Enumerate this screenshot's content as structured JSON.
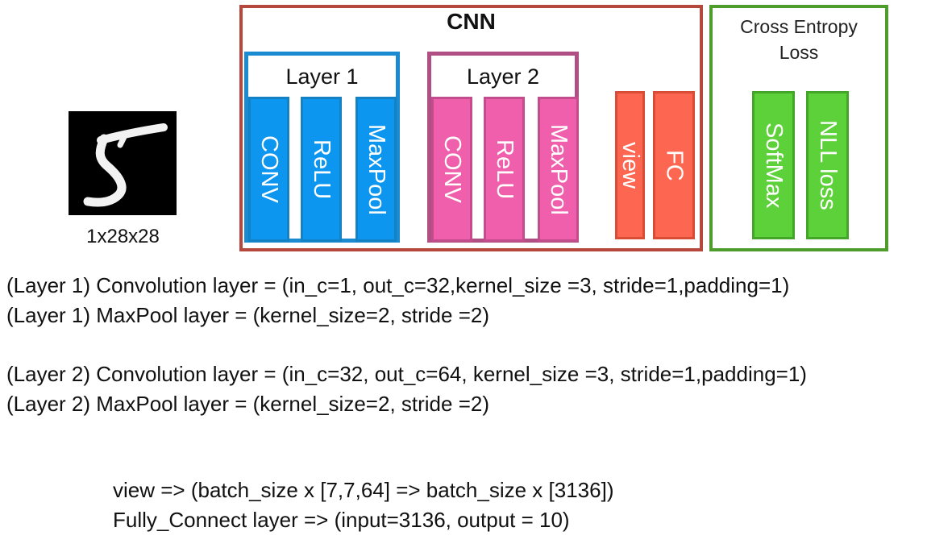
{
  "input": {
    "caption": "1x28x28"
  },
  "cnn": {
    "title": "CNN",
    "layer1": {
      "label": "Layer 1",
      "blocks": [
        "CONV",
        "ReLU",
        "MaxPool"
      ]
    },
    "layer2": {
      "label": "Layer 2",
      "blocks": [
        "CONV",
        "ReLU",
        "MaxPool"
      ]
    },
    "tail_blocks": [
      "view",
      "FC"
    ]
  },
  "loss": {
    "title_line1": "Cross Entropy",
    "title_line2": "Loss",
    "blocks": [
      "SoftMax",
      "NLL loss"
    ]
  },
  "descriptions": {
    "layer1_conv": "(Layer 1) Convolution layer = (in_c=1, out_c=32,kernel_size =3, stride=1,padding=1)",
    "layer1_pool": "(Layer 1) MaxPool layer = (kernel_size=2, stride =2)",
    "layer2_conv": "(Layer 2) Convolution layer = (in_c=32, out_c=64, kernel_size =3, stride=1,padding=1)",
    "layer2_pool": "(Layer 2) MaxPool layer = (kernel_size=2, stride =2)",
    "view": "view => (batch_size x [7,7,64] => batch_size x [3136])",
    "fc": "Fully_Connect layer => (input=3136, output = 10)"
  },
  "colors": {
    "cnn_border": "#b5473d",
    "layer1_border": "#1a8ad1",
    "layer1_block": "#0d96f0",
    "layer2_border": "#b04f83",
    "layer2_block": "#ef5fab",
    "tail_block": "#fd6650",
    "loss_border": "#4e9d2c",
    "loss_block": "#5dd13a"
  }
}
